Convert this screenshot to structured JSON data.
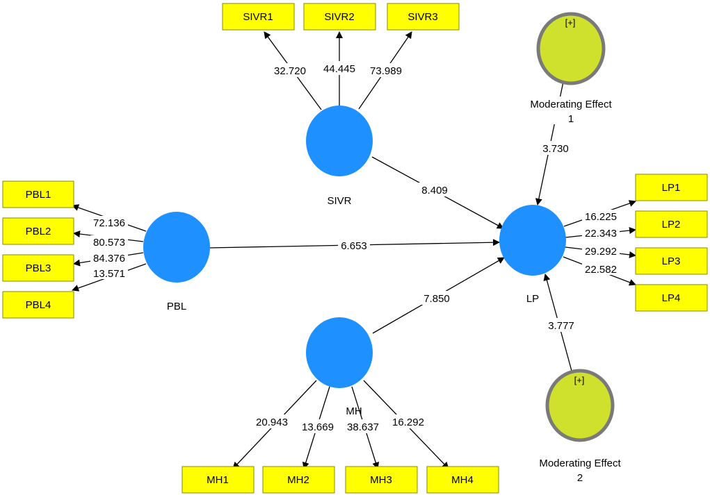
{
  "colors": {
    "indicator_fill": "#ffff00",
    "indicator_stroke": "#8a8a00",
    "latent_fill": "#1e90ff",
    "moderator_fill": "#cfe12d",
    "moderator_ring": "#7a7a7a",
    "edge": "#000000"
  },
  "latents": {
    "sivr": "SIVR",
    "pbl": "PBL",
    "mh": "MH",
    "lp": "LP"
  },
  "moderators": {
    "m1": {
      "toggle": "[+]",
      "line1": "Moderating Effect",
      "line2": "1"
    },
    "m2": {
      "toggle": "[+]",
      "line1": "Moderating Effect",
      "line2": "2"
    }
  },
  "indicators": {
    "sivr": [
      "SIVR1",
      "SIVR2",
      "SIVR3"
    ],
    "pbl": [
      "PBL1",
      "PBL2",
      "PBL3",
      "PBL4"
    ],
    "mh": [
      "MH1",
      "MH2",
      "MH3",
      "MH4"
    ],
    "lp": [
      "LP1",
      "LP2",
      "LP3",
      "LP4"
    ]
  },
  "loadings": {
    "sivr": [
      "32.720",
      "44.445",
      "73.989"
    ],
    "pbl": [
      "72.136",
      "80.573",
      "84.376",
      "13.571"
    ],
    "mh": [
      "20.943",
      "13.669",
      "38.637",
      "16.292"
    ],
    "lp": [
      "16.225",
      "22.343",
      "29.292",
      "22.582"
    ]
  },
  "paths": {
    "sivr_lp": "8.409",
    "pbl_lp": "6.653",
    "mh_lp": "7.850",
    "m1_lp": "3.730",
    "m2_lp": "3.777"
  }
}
